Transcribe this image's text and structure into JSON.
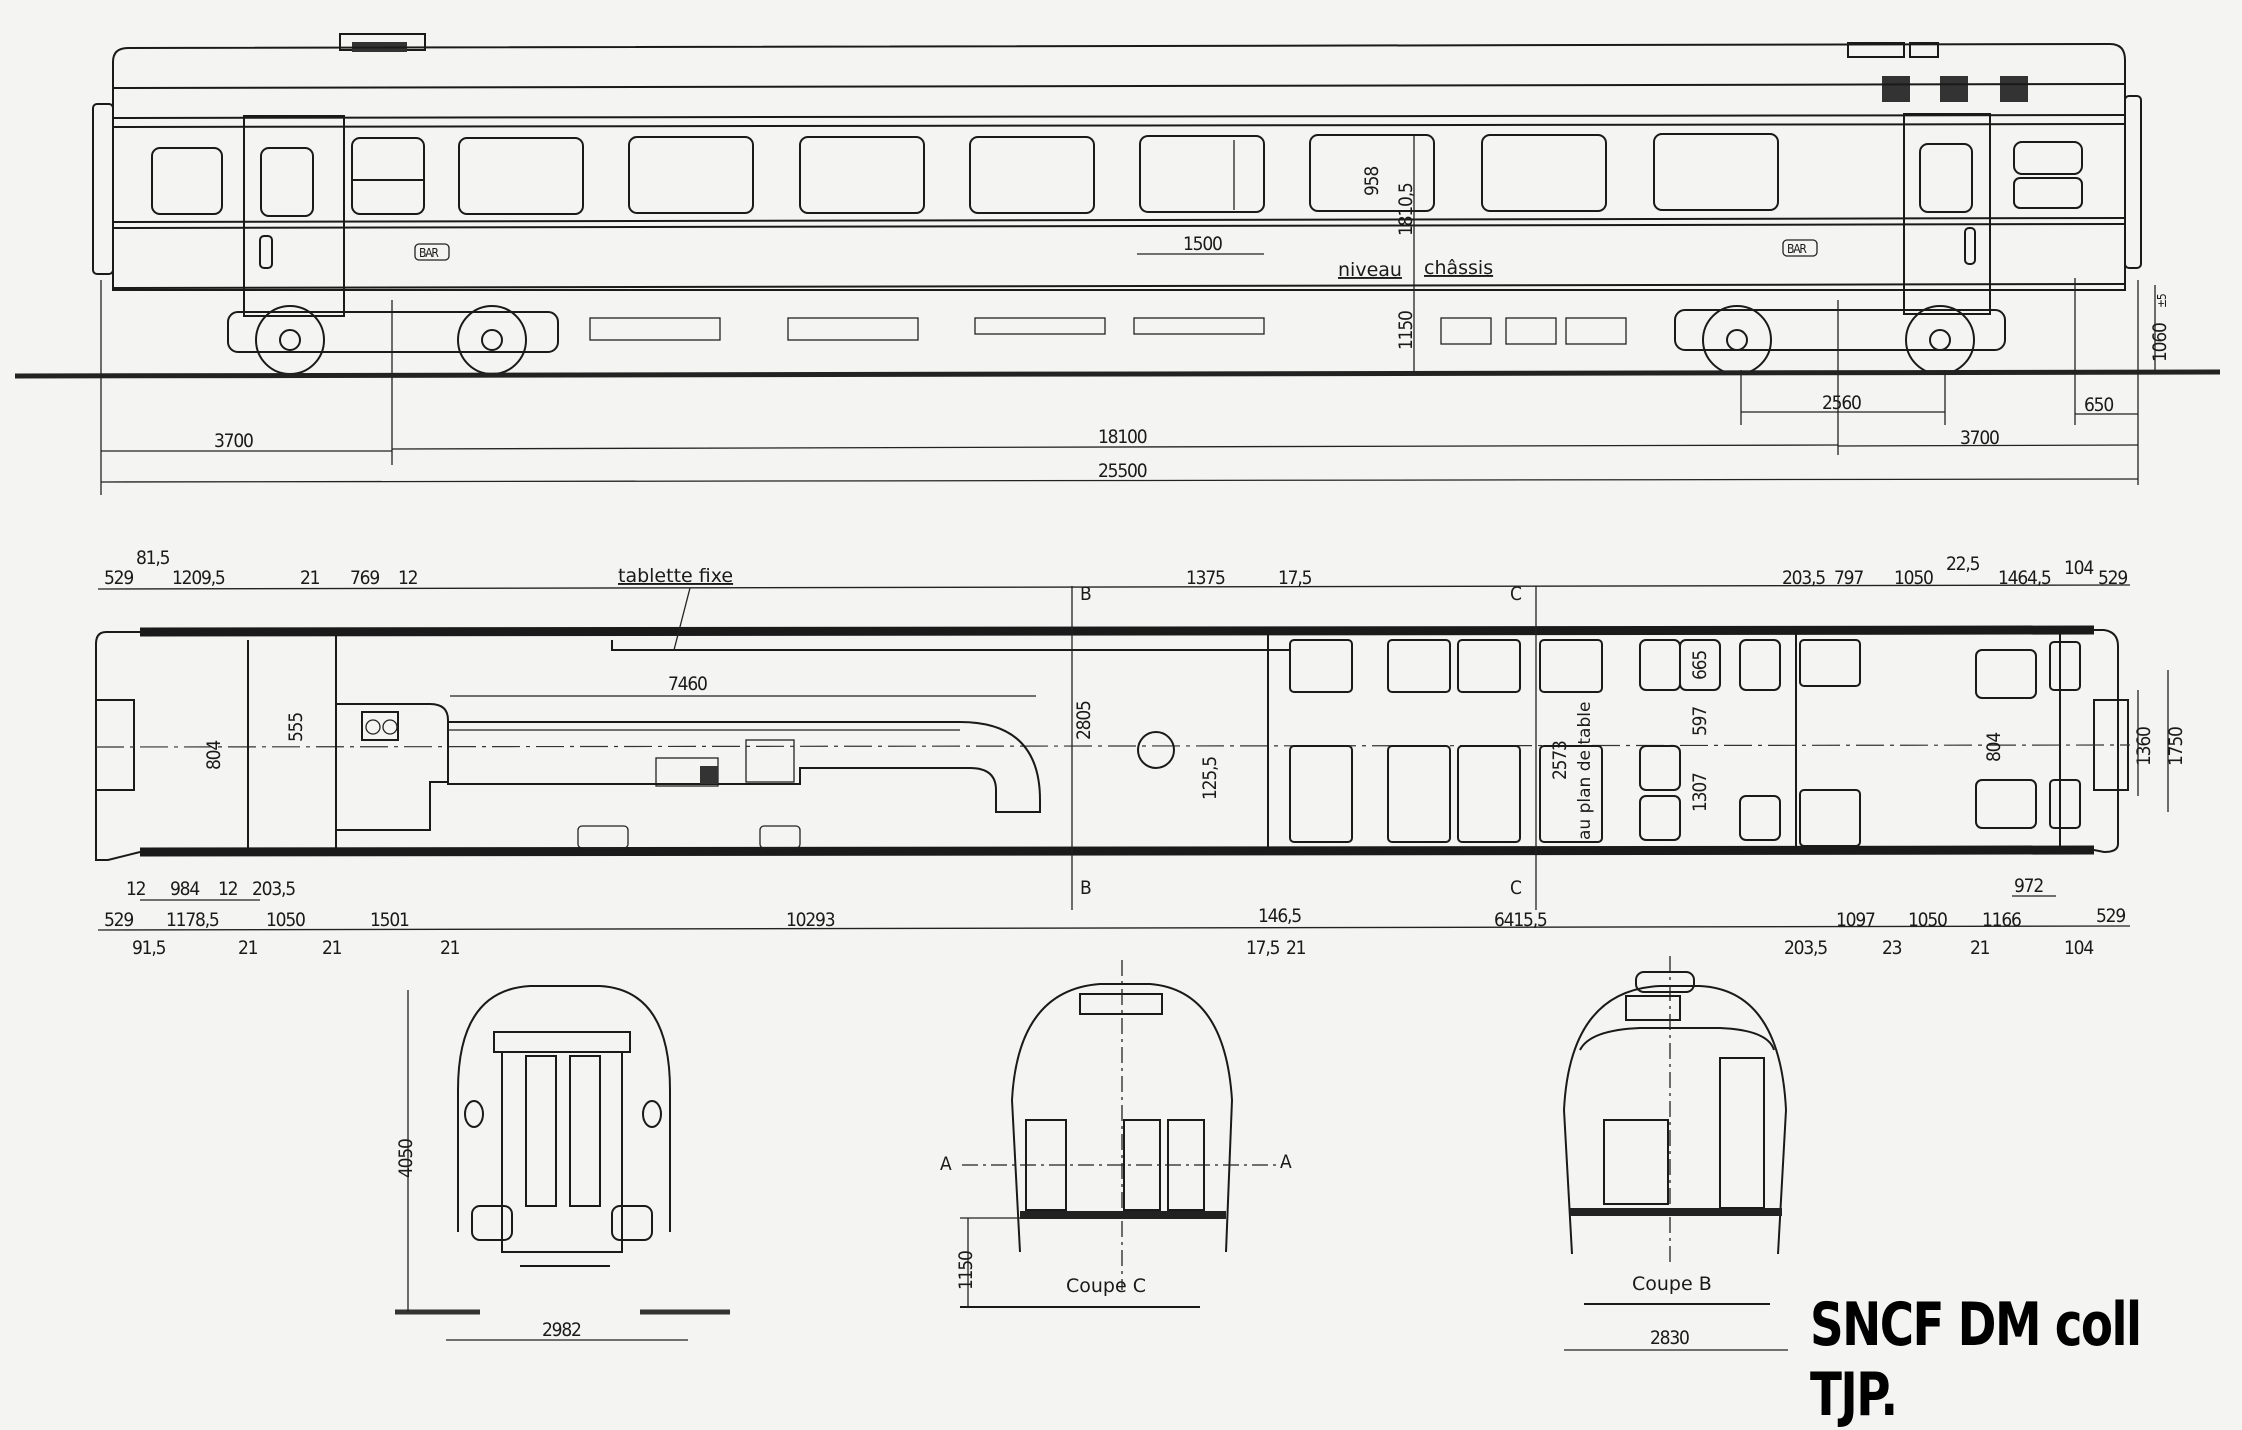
{
  "drawing": {
    "credit": "SNCF DM coll TJP.",
    "side_view": {
      "bar_markings": [
        "BAR",
        "BAR"
      ],
      "label_niveau": "niveau",
      "label_chassis": "châssis",
      "dims": {
        "window_width": "1500",
        "window_height": "958",
        "floor_to_window_top": "1810,5",
        "floor_height": "1150",
        "buffer_height": "1060",
        "buffer_tol": "±5",
        "bogie_wheelbase": "2560",
        "overhang_left": "3700",
        "bogie_centers": "18100",
        "overhang_right": "3700",
        "buffer_length": "650",
        "length_over_buffers": "25500"
      }
    },
    "plan_view": {
      "label_tablette": "tablette fixe",
      "label_plan_table": "au plan de table",
      "section_markers": [
        "B",
        "B",
        "C",
        "C"
      ],
      "top_dims_left": [
        "529",
        "81,5",
        "1209,5",
        "21",
        "769",
        "12"
      ],
      "top_dims_mid": [
        "1375",
        "17,5"
      ],
      "top_dims_right": [
        "203,5",
        "797",
        "1050",
        "22,5",
        "1464,5",
        "104",
        "529"
      ],
      "inner_dims": {
        "counter_length": "7460",
        "d555": "555",
        "d804_left": "804",
        "d2805": "2805",
        "d1255": "125,5",
        "d2573": "2573",
        "d597": "597",
        "d665": "665",
        "d1307": "1307",
        "d804_right": "804",
        "d1360": "1360",
        "d1750": "1750",
        "d972": "972"
      },
      "bottom_row1": [
        "12",
        "984",
        "12",
        "203,5"
      ],
      "bottom_row2": [
        "529",
        "1178,5",
        "1050",
        "1501",
        "10293",
        "146,5",
        "6415,5",
        "1097",
        "1050",
        "1166",
        "529"
      ],
      "bottom_row3": [
        "91,5",
        "21",
        "21",
        "21",
        "17,5",
        "21",
        "203,5",
        "23",
        "21",
        "104"
      ]
    },
    "end_view": {
      "height": "4050",
      "width": "2982"
    },
    "section_c": {
      "title": "Coupe C",
      "floor_height": "1150",
      "marker_left": "A",
      "marker_right": "A"
    },
    "section_b": {
      "title": "Coupe B",
      "width": "2830"
    }
  }
}
